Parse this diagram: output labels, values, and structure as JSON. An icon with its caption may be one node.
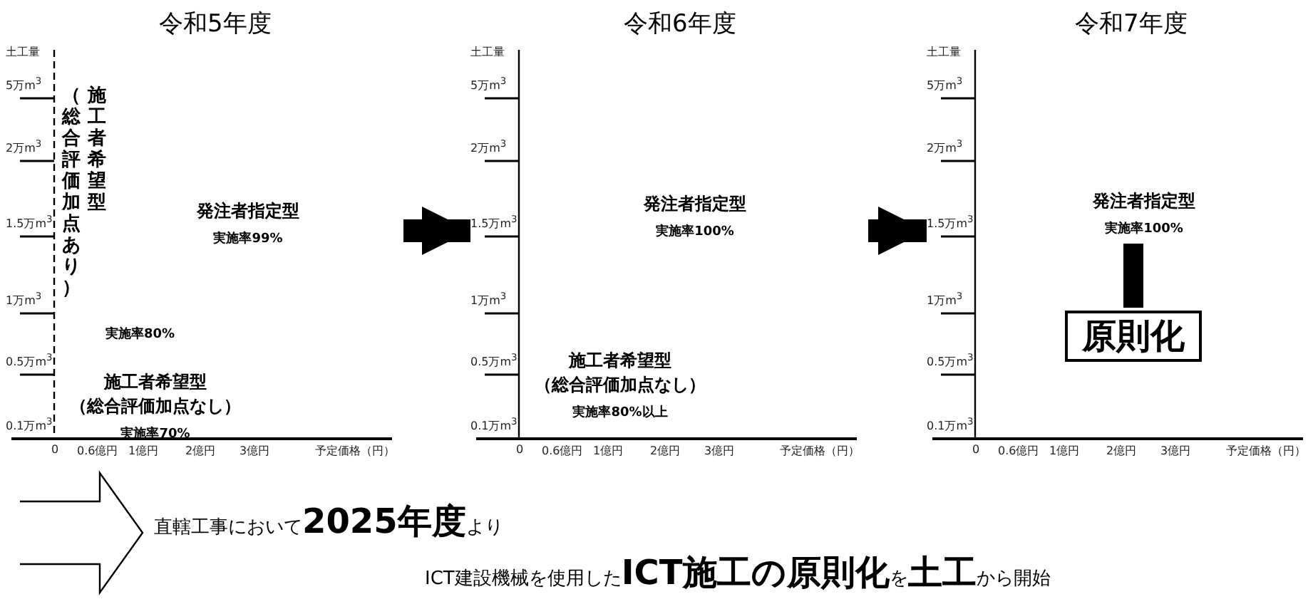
{
  "diagram": {
    "nodes": [
      {
        "text": [
          "令和5年度"
        ]
      },
      {
        "text": [
          "（総合評価加点あり）",
          "施工者希望型",
          "実施率80%"
        ],
        "in": 0
      },
      {
        "text": [
          "発注者指定型",
          "実施率99%"
        ],
        "in": 0
      },
      {
        "text": [
          "施工者希望型",
          "（総合評価加点なし）",
          "実施率70%"
        ],
        "in": 0
      },
      {
        "text": [
          "令和6年度"
        ]
      },
      {
        "text": [
          "発注者指定型",
          "実施率100%"
        ],
        "in": 4
      },
      {
        "text": [
          "施工者希望型",
          "（総合評価加点なし）",
          "実施率80%以上"
        ],
        "in": 4
      },
      {
        "text": [
          "令和7年度"
        ]
      },
      {
        "text": [
          "発注者指定型",
          "実施率100%"
        ],
        "in": 7
      },
      {
        "text": [
          "原則化"
        ],
        "in": 7
      },
      {
        "text": [
          "直轄工事において**2025年度**より",
          "ICT建設機械を使用した**ICT施工の原則化**を**土工**から開始"
        ]
      }
    ],
    "edges": [
      {
        "from": 0,
        "to": 4,
        "arrow": "to"
      },
      {
        "from": 4,
        "to": 7,
        "arrow": "to"
      },
      {
        "from": 8,
        "to": 9,
        "arrow": "to"
      },
      {
        "from": null,
        "to": 10,
        "arrow": "to"
      }
    ],
    "labels": [
      "土工量",
      "5万m$^{3}$",
      "2万m$^{3}$",
      "1.5万m$^{3}$",
      "1万m$^{3}$",
      "0.5万m$^{3}$",
      "0.1万m$^{3}$",
      "0",
      "0.6億円",
      "1億円",
      "2億円",
      "3億円",
      "予定価格（円）",
      "土工量",
      "5万m$^{3}$",
      "2万m$^{3}$",
      "1.5万m$^{3}$",
      "1万m$^{3}$",
      "0.5万m$^{3}$",
      "0.1万m$^{3}$",
      "0",
      "0.6億円",
      "1億円",
      "2億円",
      "3億円",
      "予定価格（円）",
      "土工量",
      "5万m$^{3}$",
      "2万m$^{3}$",
      "1.5万m$^{3}$",
      "1万m$^{3}$",
      "0.5万m$^{3}$",
      "0.1万m$^{3}$",
      "0",
      "0.6億円",
      "1億円",
      "2億円",
      "3億円",
      "予定価格（円）"
    ]
  }
}
